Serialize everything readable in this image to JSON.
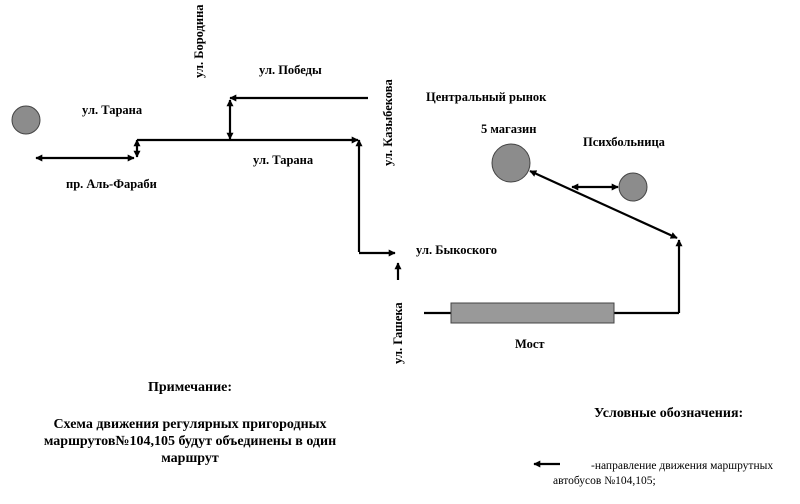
{
  "colors": {
    "line": "#000000",
    "circle_fill": "#8c8c8c",
    "bridge_fill": "#999999"
  },
  "streets": {
    "borodina": "ул. Бородина",
    "pobedy": "ул. Победы",
    "tarana_left": "ул. Тарана",
    "tarana_right": "ул. Тарана",
    "al_farabi": "пр. Аль-Фараби",
    "kazybekova": "ул. Казыбекова",
    "bykovskogo": "ул. Быкоского",
    "gasheka": "ул. Гашека"
  },
  "places": {
    "central_market": "Центральный рынок",
    "five_shops": "5 магазин",
    "psych_hospital": "Психбольница",
    "bridge": "Мост"
  },
  "note": {
    "title": "Примечание:",
    "text": "Схема движения регулярных пригородных маршрутов№104,105 будут объединены в один маршрут"
  },
  "legend": {
    "title": "Условные обозначения:",
    "line1": "-направление движения маршрутных",
    "line2": "автобусов №104,105;"
  }
}
